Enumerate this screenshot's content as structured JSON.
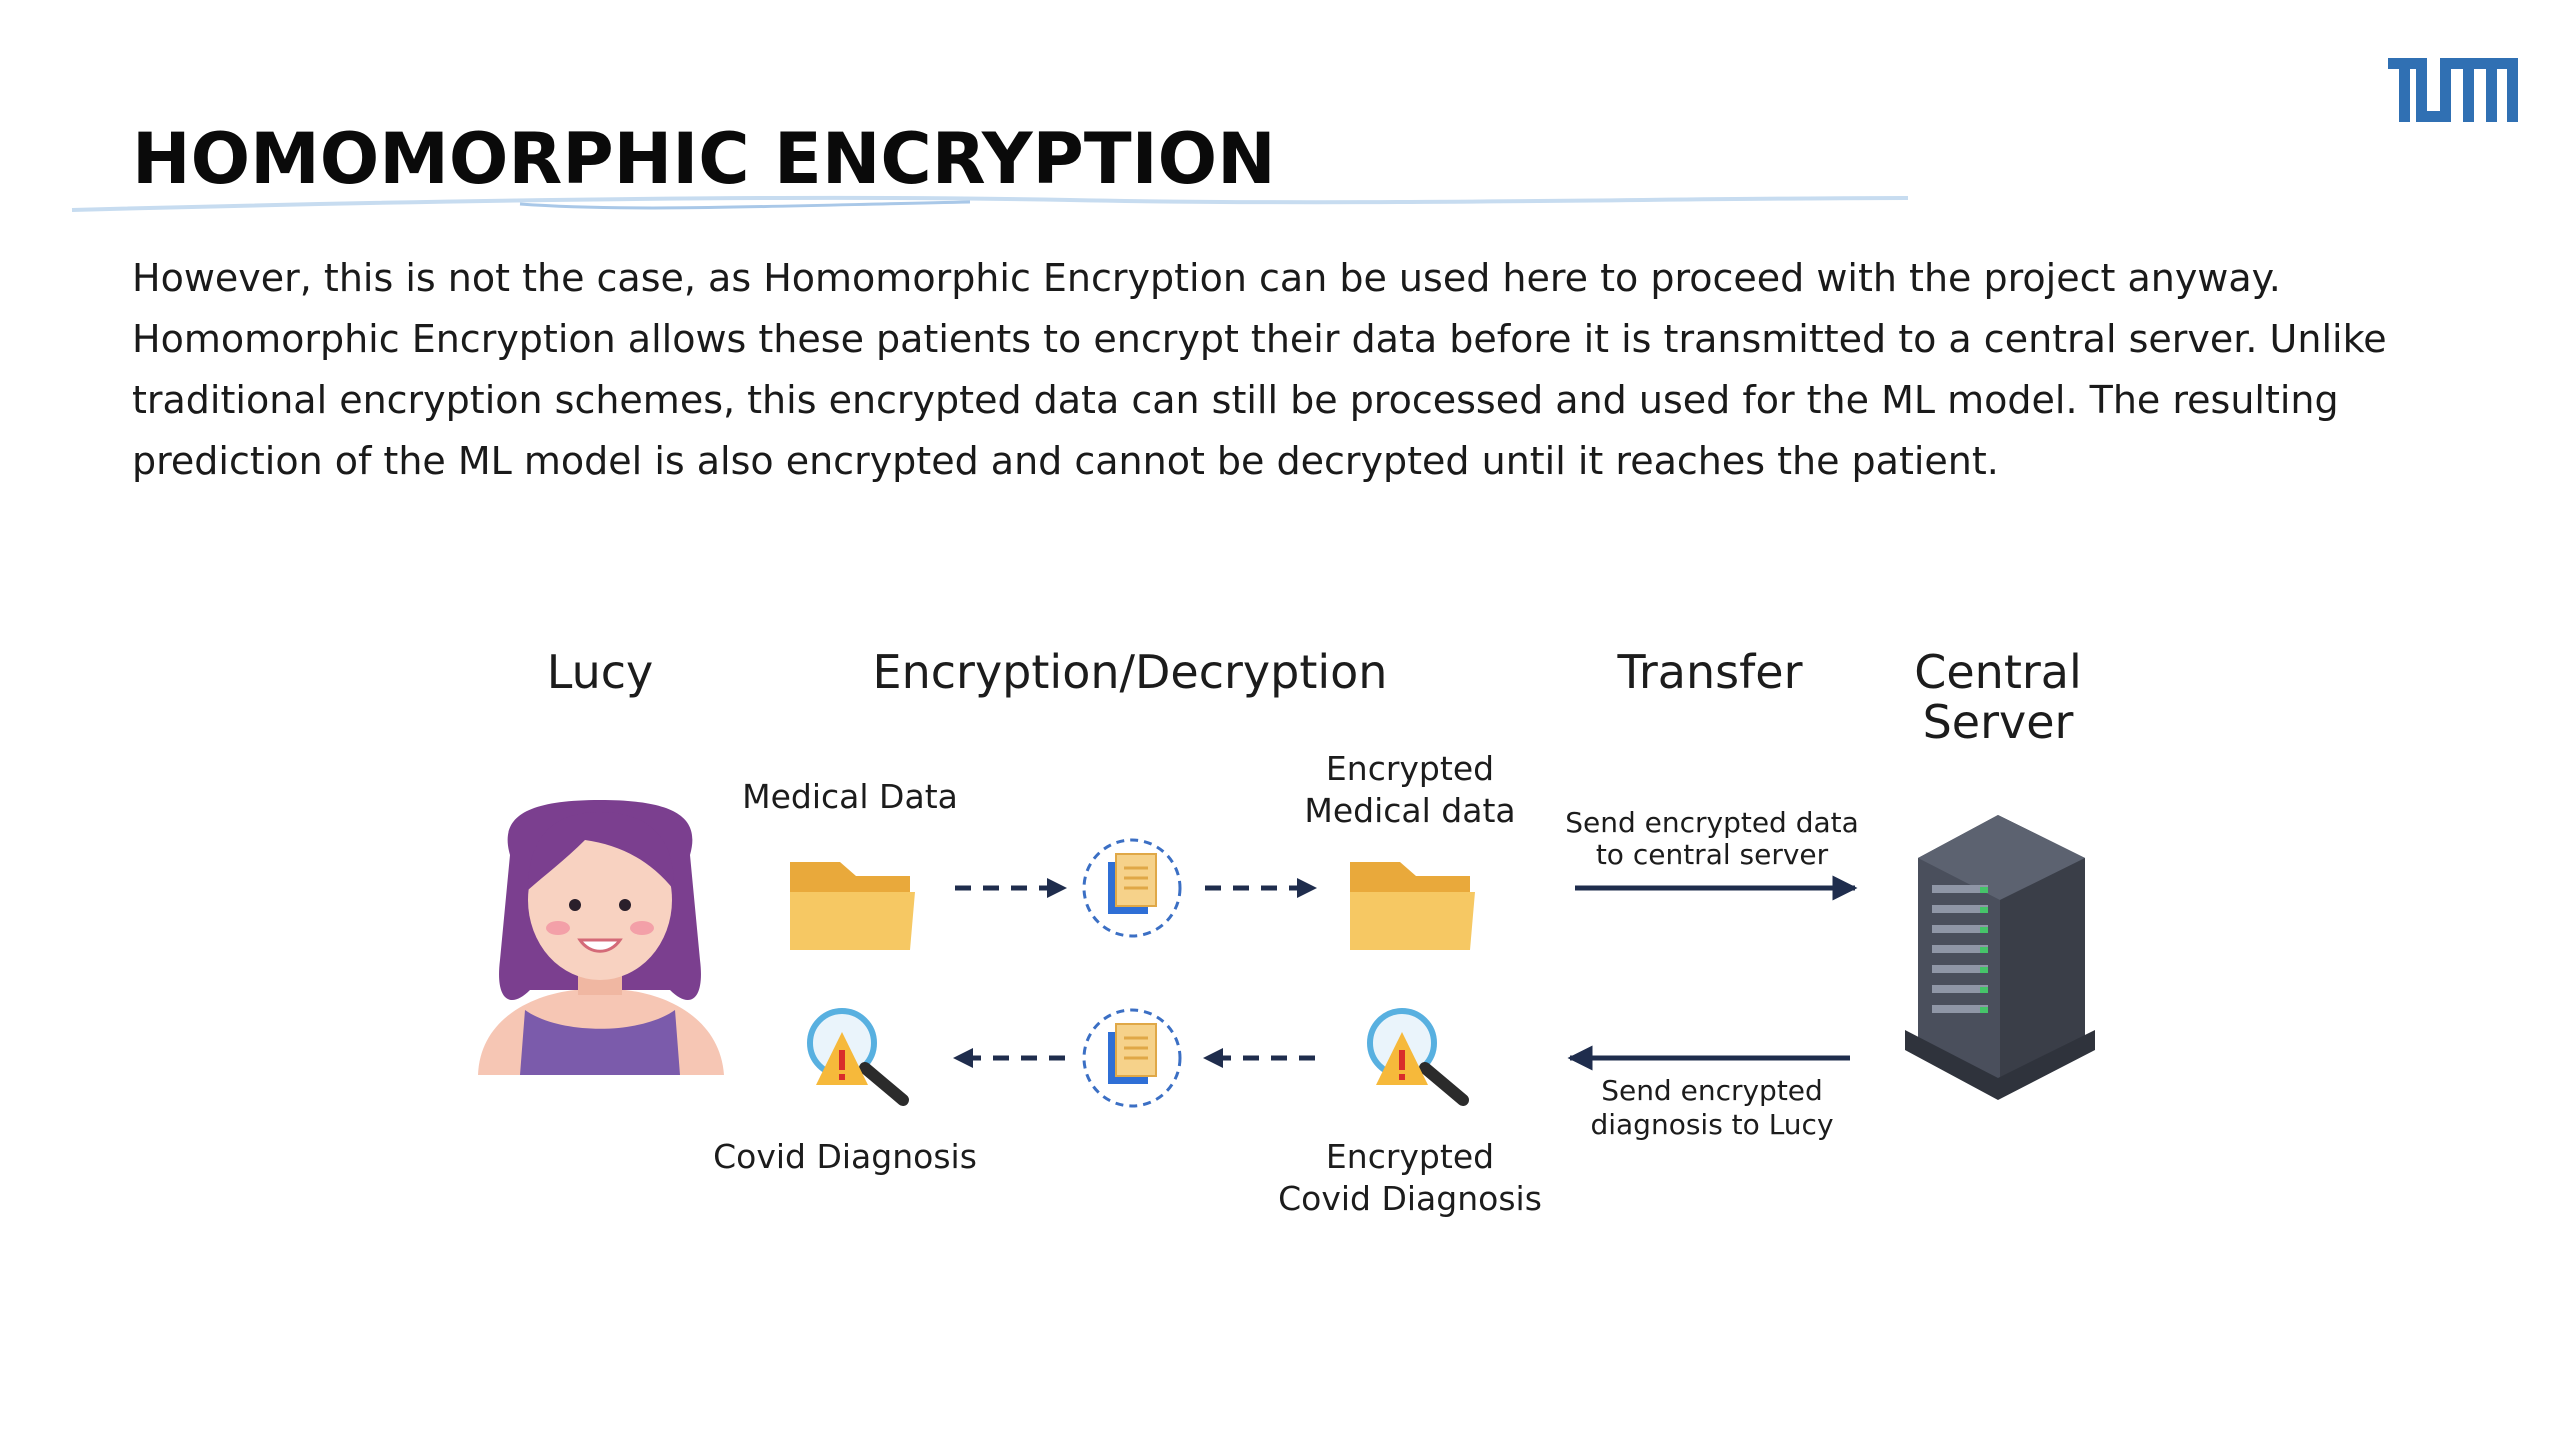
{
  "slide": {
    "title": "HOMOMORPHIC ENCRYPTION",
    "body": "However, this is not the case, as Homomorphic Encryption can be used here to proceed with the project anyway. Homomorphic Encryption allows these patients to encrypt their data before it is transmitted to a central server. Unlike traditional encryption schemes, this encrypted data can still be processed and used for the ML model. The resulting prediction of the ML model is also encrypted and cannot be decrypted until it reaches the patient.",
    "logo_icon": "tum-logo",
    "accent_color": "#3070b3"
  },
  "diagram": {
    "headers": {
      "lucy": "Lucy",
      "encryption": "Encryption/Decryption",
      "transfer": "Transfer",
      "server_line1": "Central",
      "server_line2": "Server"
    },
    "labels": {
      "medical_data": "Medical Data",
      "encrypted_medical_line1": "Encrypted",
      "encrypted_medical_line2": "Medical data",
      "covid_diagnosis": "Covid Diagnosis",
      "encrypted_covid_line1": "Encrypted",
      "encrypted_covid_line2": "Covid Diagnosis",
      "send_data_line1": "Send encrypted data",
      "send_data_line2": "to central server",
      "send_diag_line1": "Send encrypted",
      "send_diag_line2": "diagnosis to Lucy"
    },
    "icons": {
      "person": "woman-avatar-icon",
      "folder": "folder-icon",
      "encrypt": "document-cycle-icon",
      "diagnosis": "warning-magnifier-icon",
      "server": "server-rack-icon"
    }
  }
}
